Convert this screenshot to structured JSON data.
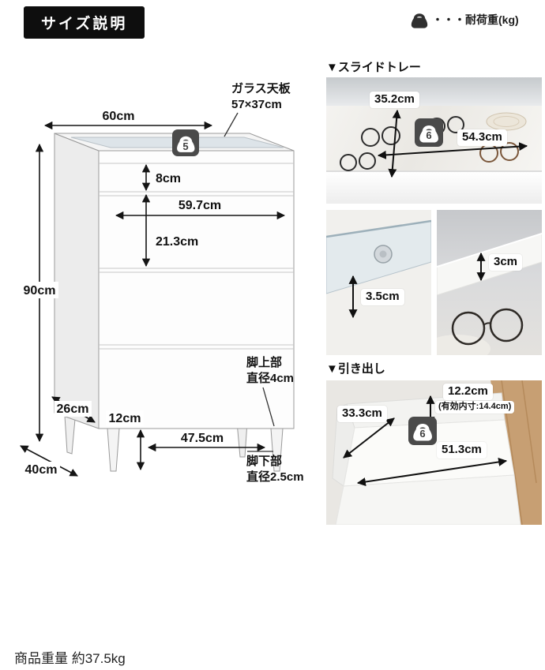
{
  "page": {
    "title_badge": "サイズ説明",
    "legend_text": "・・・耐荷重(kg)",
    "footer": "商品重量 約37.5kg"
  },
  "diagram": {
    "width_top": "60cm",
    "glass_label_1": "ガラス天板",
    "glass_label_2": "57×37cm",
    "load_top": "5",
    "top_drawer_height": "8cm",
    "inner_width": "59.7cm",
    "drawer_height": "21.3cm",
    "total_height": "90cm",
    "depth_26": "26cm",
    "leg_height": "12cm",
    "leg_span": "47.5cm",
    "depth_total": "40cm",
    "leg_top_1": "脚上部",
    "leg_top_2": "直径4cm",
    "leg_bottom_1": "脚下部",
    "leg_bottom_2": "直径2.5cm"
  },
  "slide_tray": {
    "title": "▼スライドトレー",
    "depth": "35.2cm",
    "load": "6",
    "width": "54.3cm",
    "glass_clearance": "3.5cm",
    "edge_height": "3cm"
  },
  "drawer": {
    "title": "▼引き出し",
    "inner_height": "12.2cm",
    "inner_height_note": "(有効内寸:14.4cm)",
    "inner_depth": "33.3cm",
    "load": "6",
    "inner_width": "51.3cm"
  }
}
